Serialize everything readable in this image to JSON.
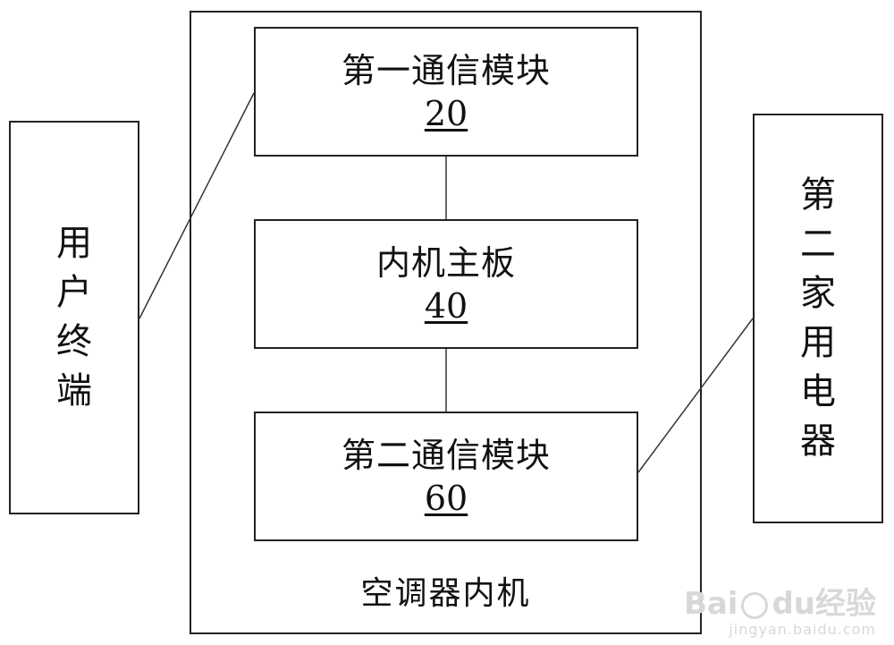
{
  "outer": {
    "label": "空调器内机"
  },
  "modules": [
    {
      "title": "第一通信模块",
      "number": "20"
    },
    {
      "title": "内机主板",
      "number": "40"
    },
    {
      "title": "第二通信模块",
      "number": "60"
    }
  ],
  "left_box": {
    "chars": [
      "用",
      "户",
      "终",
      "端"
    ]
  },
  "right_box": {
    "chars": [
      "第",
      "二",
      "家",
      "用",
      "电",
      "器"
    ]
  },
  "watermark": {
    "brand_a": "Bai",
    "brand_b": "du",
    "brand_c": "经验",
    "url": "jingyan.baidu.com"
  }
}
